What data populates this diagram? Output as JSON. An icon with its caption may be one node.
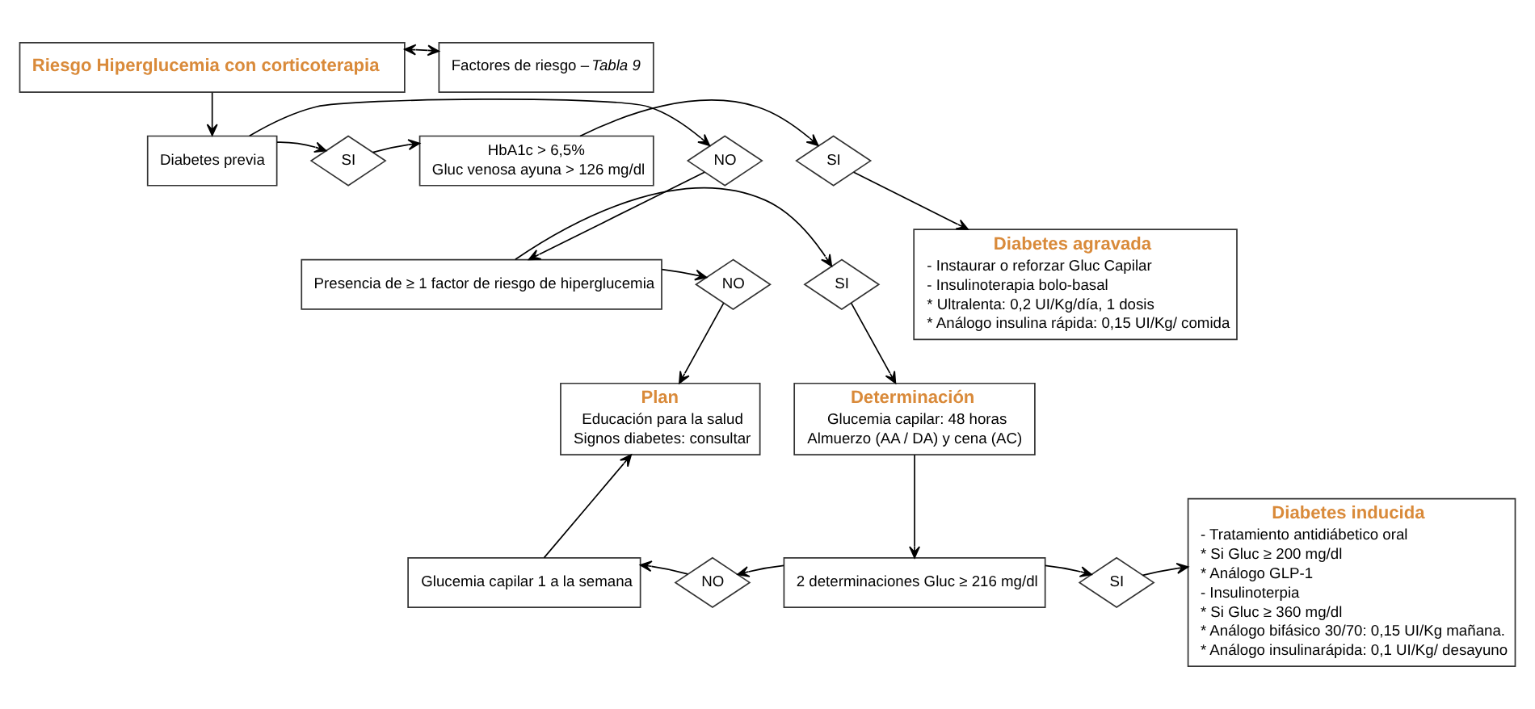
{
  "diagram": {
    "nodes": [
      {
        "text": [
          "Riesgo Hiperglucemia con corticoterapia"
        ]
      },
      {
        "text": [
          "Factores de riesgo – *Tabla 9*"
        ]
      },
      {
        "text": [
          "Diabetes previa"
        ]
      },
      {
        "text": [
          "NO"
        ]
      },
      {
        "text": [
          "SI"
        ]
      },
      {
        "text": [
          "HbA1c > 6,5%",
          "Gluc venosa ayuna > 126 mg/dl"
        ]
      },
      {
        "text": [
          "SI"
        ]
      },
      {
        "text": [
          "Presencia de ≥ 1 factor de riesgo de hiperglucemia"
        ]
      },
      {
        "text": [
          "NO"
        ]
      },
      {
        "text": [
          "SI"
        ]
      },
      {
        "text": [
          "Diabetes agravada",
          "- Instaurar o reforzar Gluc Capilar",
          "- Insulinoterapia bolo-basal",
          "* Ultralenta: 0,2 UI/Kg/día, 1 dosis",
          "* Análogo insulina rápida: 0,15 UI/Kg/ comida"
        ]
      },
      {
        "text": [
          "Plan",
          "Educación para la salud",
          "Signos diabetes: consultar"
        ]
      },
      {
        "text": [
          "Determinación",
          "Glucemia capilar: 48 horas",
          "Almuerzo (AA / DA) y cena (AC)"
        ]
      },
      {
        "text": [
          "2 determinaciones Gluc ≥ 216 mg/dl"
        ]
      },
      {
        "text": [
          "NO"
        ]
      },
      {
        "text": [
          "Glucemia capilar 1 a la semana"
        ]
      },
      {
        "text": [
          "SI"
        ]
      },
      {
        "text": [
          "Diabetes inducida",
          "- Tratamiento antidiábetico oral",
          "* Si Gluc ≥ 200 mg/dl",
          "* Análogo GLP-1",
          "- Insulinoterpia",
          "* Si Gluc ≥ 360 mg/dl",
          "* Análogo bifásico 30/70: 0,15 UI/Kg mañana.",
          "* Análogo insulinarápida: 0,1 UI/Kg/ desayuno"
        ]
      }
    ],
    "edges": [
      {
        "from": 0,
        "to": 1,
        "arrow": "both"
      },
      {
        "from": 0,
        "to": 2,
        "arrow": "to"
      },
      {
        "from": 2,
        "to": 3,
        "arrow": "to"
      },
      {
        "from": 2,
        "to": 4,
        "arrow": "to"
      },
      {
        "from": 3,
        "to": 7,
        "arrow": "to"
      },
      {
        "from": 4,
        "to": 5,
        "arrow": "to"
      },
      {
        "from": 5,
        "to": 6,
        "arrow": "to"
      },
      {
        "from": 6,
        "to": 10,
        "arrow": "to"
      },
      {
        "from": 7,
        "to": 8,
        "arrow": "to"
      },
      {
        "from": 7,
        "to": 9,
        "arrow": "to"
      },
      {
        "from": 8,
        "to": 11,
        "arrow": "to"
      },
      {
        "from": 9,
        "to": 12,
        "arrow": "to"
      },
      {
        "from": 12,
        "to": 13,
        "arrow": "to"
      },
      {
        "from": 13,
        "to": 14,
        "arrow": "to"
      },
      {
        "from": 14,
        "to": 15,
        "arrow": "to"
      },
      {
        "from": 15,
        "to": 11,
        "arrow": "to"
      },
      {
        "from": 13,
        "to": 16,
        "arrow": "to"
      },
      {
        "from": 16,
        "to": 17,
        "arrow": "to"
      }
    ]
  }
}
